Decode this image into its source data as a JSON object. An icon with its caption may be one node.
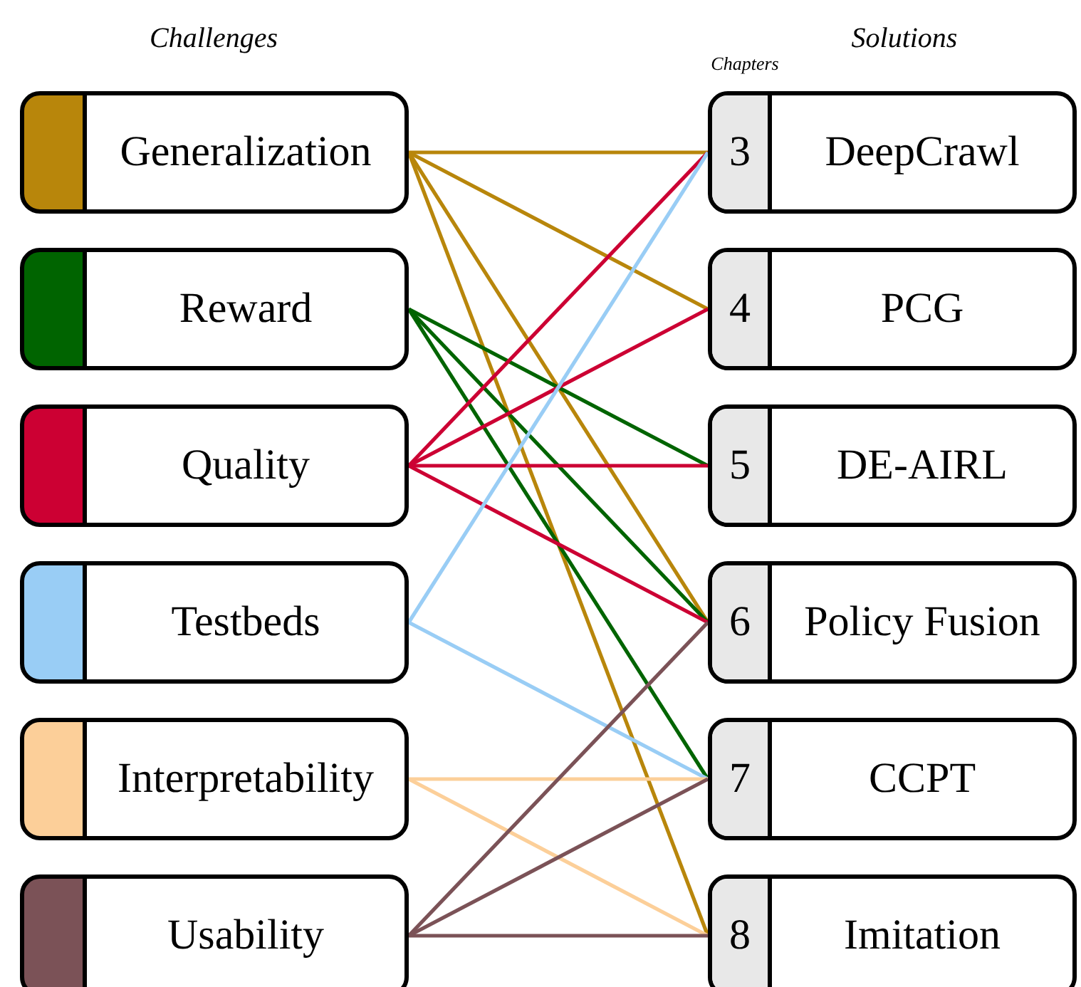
{
  "diagram": {
    "nodes": [
      {
        "text": [
          "Generalization"
        ]
      },
      {
        "text": [
          "Reward"
        ]
      },
      {
        "text": [
          "Quality"
        ]
      },
      {
        "text": [
          "Testbeds"
        ]
      },
      {
        "text": [
          "Interpretability"
        ]
      },
      {
        "text": [
          "Usability"
        ]
      },
      {
        "text": [
          "3",
          "DeepCrawl"
        ]
      },
      {
        "text": [
          "4",
          "PCG"
        ]
      },
      {
        "text": [
          "5",
          "DE-AIRL"
        ]
      },
      {
        "text": [
          "6",
          "Policy Fusion"
        ]
      },
      {
        "text": [
          "7",
          "CCPT"
        ]
      },
      {
        "text": [
          "8",
          "Imitation"
        ]
      }
    ],
    "edges": [
      {
        "from": 0,
        "to": 6,
        "arrow": "none",
        "color": "#b8860b"
      },
      {
        "from": 0,
        "to": 7,
        "arrow": "none",
        "color": "#b8860b"
      },
      {
        "from": 0,
        "to": 9,
        "arrow": "none",
        "color": "#b8860b"
      },
      {
        "from": 0,
        "to": 11,
        "arrow": "none",
        "color": "#b8860b"
      },
      {
        "from": 1,
        "to": 8,
        "arrow": "none",
        "color": "#006400"
      },
      {
        "from": 1,
        "to": 9,
        "arrow": "none",
        "color": "#006400"
      },
      {
        "from": 1,
        "to": 10,
        "arrow": "none",
        "color": "#006400"
      },
      {
        "from": 2,
        "to": 6,
        "arrow": "none",
        "color": "#cc0033"
      },
      {
        "from": 2,
        "to": 7,
        "arrow": "none",
        "color": "#cc0033"
      },
      {
        "from": 2,
        "to": 8,
        "arrow": "none",
        "color": "#cc0033"
      },
      {
        "from": 2,
        "to": 9,
        "arrow": "none",
        "color": "#cc0033"
      },
      {
        "from": 3,
        "to": 6,
        "arrow": "none",
        "color": "#99cdf5"
      },
      {
        "from": 3,
        "to": 10,
        "arrow": "none",
        "color": "#99cdf5"
      },
      {
        "from": 4,
        "to": 10,
        "arrow": "none",
        "color": "#fccf99"
      },
      {
        "from": 4,
        "to": 11,
        "arrow": "none",
        "color": "#fccf99"
      },
      {
        "from": 5,
        "to": 9,
        "arrow": "none",
        "color": "#7b5257"
      },
      {
        "from": 5,
        "to": 10,
        "arrow": "none",
        "color": "#7b5257"
      },
      {
        "from": 5,
        "to": 11,
        "arrow": "none",
        "color": "#7b5257"
      }
    ],
    "labels": [
      "Challenges",
      "Solutions",
      "Chapters"
    ]
  }
}
